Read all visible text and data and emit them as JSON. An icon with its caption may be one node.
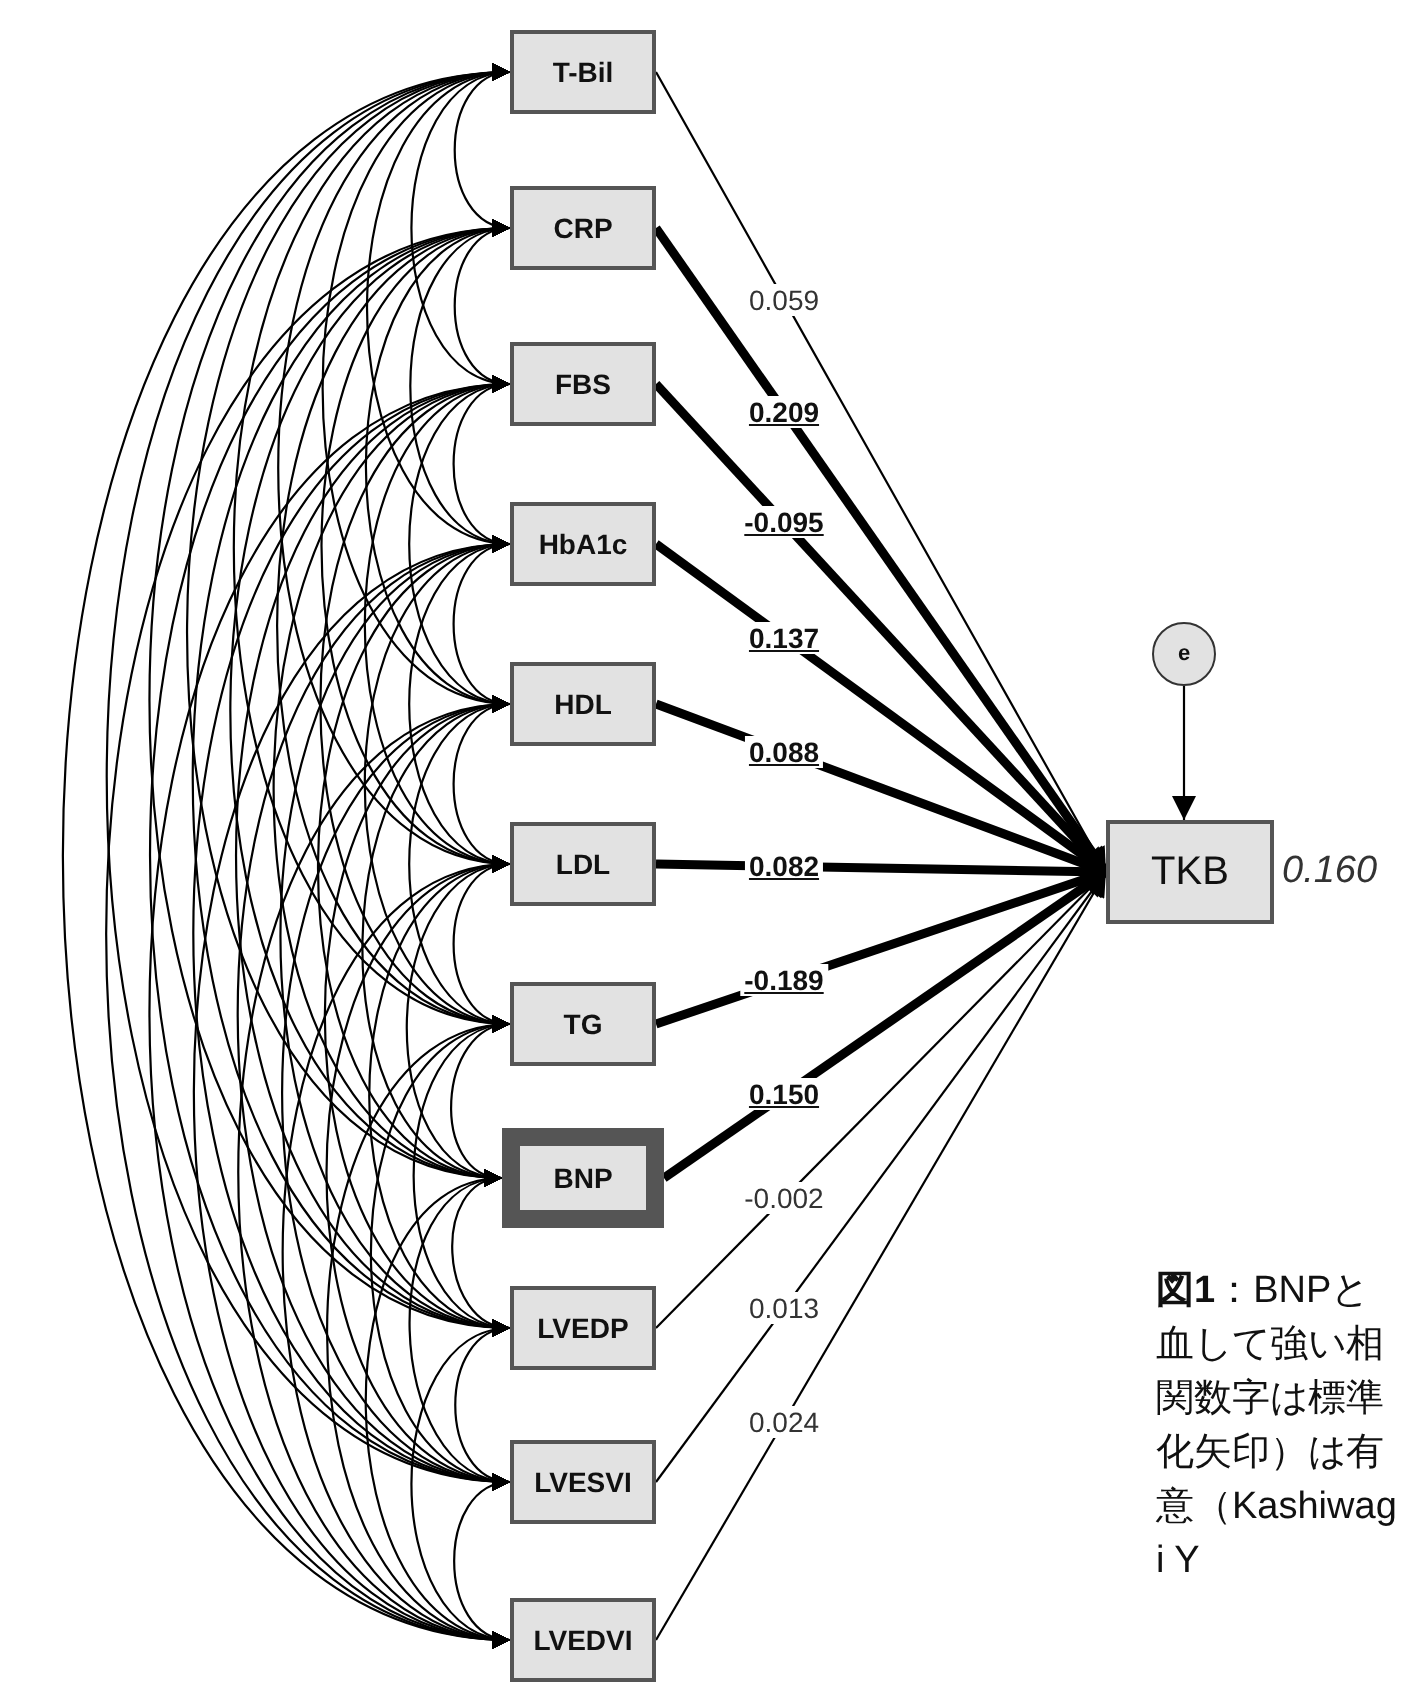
{
  "diagram": {
    "caption": "**図1**：BNPと血して強い相関数字は標準化矢印）は有意（Kashiwagi Y",
    "nodes": [
      {
        "text": [
          "T-Bil"
        ]
      },
      {
        "text": [
          "CRP"
        ]
      },
      {
        "text": [
          "FBS"
        ]
      },
      {
        "text": [
          "HbA1c"
        ]
      },
      {
        "text": [
          "HDL"
        ]
      },
      {
        "text": [
          "LDL"
        ]
      },
      {
        "text": [
          "TG"
        ]
      },
      {
        "text": [
          "BNP"
        ]
      },
      {
        "text": [
          "LVEDP"
        ]
      },
      {
        "text": [
          "LVESVI"
        ]
      },
      {
        "text": [
          "LVEDVI"
        ]
      },
      {
        "text": [
          "e"
        ]
      },
      {
        "text": [
          "TKB"
        ],
        "beside": [
          "0.160"
        ]
      }
    ],
    "edges": [
      {
        "from": 11,
        "to": 12,
        "arrow": "to"
      },
      {
        "from": 0,
        "to": 12,
        "arrow": "to",
        "label": "0.059"
      },
      {
        "from": 1,
        "to": 12,
        "arrow": "to",
        "label": "0.209",
        "style": "thick"
      },
      {
        "from": 2,
        "to": 12,
        "arrow": "to",
        "label": "-0.095",
        "style": "thick"
      },
      {
        "from": 3,
        "to": 12,
        "arrow": "to",
        "label": "0.137",
        "style": "thick"
      },
      {
        "from": 4,
        "to": 12,
        "arrow": "to",
        "label": "0.088",
        "style": "thick"
      },
      {
        "from": 5,
        "to": 12,
        "arrow": "to",
        "label": "0.082",
        "style": "thick"
      },
      {
        "from": 6,
        "to": 12,
        "arrow": "to",
        "label": "-0.189",
        "style": "thick"
      },
      {
        "from": 7,
        "to": 12,
        "arrow": "to",
        "label": "0.150",
        "style": "thick"
      },
      {
        "from": 8,
        "to": 12,
        "arrow": "to",
        "label": "-0.002"
      },
      {
        "from": 9,
        "to": 12,
        "arrow": "to",
        "label": "0.013"
      },
      {
        "from": 10,
        "to": 12,
        "arrow": "to",
        "label": "0.024"
      },
      {
        "from": 0,
        "to": 1,
        "arrow": "both"
      },
      {
        "from": 0,
        "to": 2,
        "arrow": "both"
      },
      {
        "from": 0,
        "to": 3,
        "arrow": "both"
      },
      {
        "from": 0,
        "to": 4,
        "arrow": "both"
      },
      {
        "from": 0,
        "to": 5,
        "arrow": "both"
      },
      {
        "from": 0,
        "to": 6,
        "arrow": "both"
      },
      {
        "from": 0,
        "to": 7,
        "arrow": "both"
      },
      {
        "from": 0,
        "to": 8,
        "arrow": "both"
      },
      {
        "from": 0,
        "to": 9,
        "arrow": "both"
      },
      {
        "from": 0,
        "to": 10,
        "arrow": "both"
      },
      {
        "from": 1,
        "to": 2,
        "arrow": "both"
      },
      {
        "from": 1,
        "to": 3,
        "arrow": "both"
      },
      {
        "from": 1,
        "to": 4,
        "arrow": "both"
      },
      {
        "from": 1,
        "to": 5,
        "arrow": "both"
      },
      {
        "from": 1,
        "to": 6,
        "arrow": "both"
      },
      {
        "from": 1,
        "to": 7,
        "arrow": "both"
      },
      {
        "from": 1,
        "to": 8,
        "arrow": "both"
      },
      {
        "from": 1,
        "to": 9,
        "arrow": "both"
      },
      {
        "from": 1,
        "to": 10,
        "arrow": "both"
      },
      {
        "from": 2,
        "to": 3,
        "arrow": "both"
      },
      {
        "from": 2,
        "to": 4,
        "arrow": "both"
      },
      {
        "from": 2,
        "to": 5,
        "arrow": "both"
      },
      {
        "from": 2,
        "to": 6,
        "arrow": "both"
      },
      {
        "from": 2,
        "to": 7,
        "arrow": "both"
      },
      {
        "from": 2,
        "to": 8,
        "arrow": "both"
      },
      {
        "from": 2,
        "to": 9,
        "arrow": "both"
      },
      {
        "from": 2,
        "to": 10,
        "arrow": "both"
      },
      {
        "from": 3,
        "to": 4,
        "arrow": "both"
      },
      {
        "from": 3,
        "to": 5,
        "arrow": "both"
      },
      {
        "from": 3,
        "to": 6,
        "arrow": "both"
      },
      {
        "from": 3,
        "to": 7,
        "arrow": "both"
      },
      {
        "from": 3,
        "to": 8,
        "arrow": "both"
      },
      {
        "from": 3,
        "to": 9,
        "arrow": "both"
      },
      {
        "from": 3,
        "to": 10,
        "arrow": "both"
      },
      {
        "from": 4,
        "to": 5,
        "arrow": "both"
      },
      {
        "from": 4,
        "to": 6,
        "arrow": "both"
      },
      {
        "from": 4,
        "to": 7,
        "arrow": "both"
      },
      {
        "from": 4,
        "to": 8,
        "arrow": "both"
      },
      {
        "from": 4,
        "to": 9,
        "arrow": "both"
      },
      {
        "from": 4,
        "to": 10,
        "arrow": "both"
      },
      {
        "from": 5,
        "to": 6,
        "arrow": "both"
      },
      {
        "from": 5,
        "to": 7,
        "arrow": "both"
      },
      {
        "from": 5,
        "to": 8,
        "arrow": "both"
      },
      {
        "from": 5,
        "to": 9,
        "arrow": "both"
      },
      {
        "from": 5,
        "to": 10,
        "arrow": "both"
      },
      {
        "from": 6,
        "to": 7,
        "arrow": "both"
      },
      {
        "from": 6,
        "to": 8,
        "arrow": "both"
      },
      {
        "from": 6,
        "to": 9,
        "arrow": "both"
      },
      {
        "from": 6,
        "to": 10,
        "arrow": "both"
      },
      {
        "from": 7,
        "to": 8,
        "arrow": "both"
      },
      {
        "from": 7,
        "to": 9,
        "arrow": "both"
      },
      {
        "from": 7,
        "to": 10,
        "arrow": "both"
      },
      {
        "from": 8,
        "to": 9,
        "arrow": "both"
      },
      {
        "from": 8,
        "to": 10,
        "arrow": "both"
      },
      {
        "from": 9,
        "to": 10,
        "arrow": "both"
      }
    ]
  }
}
